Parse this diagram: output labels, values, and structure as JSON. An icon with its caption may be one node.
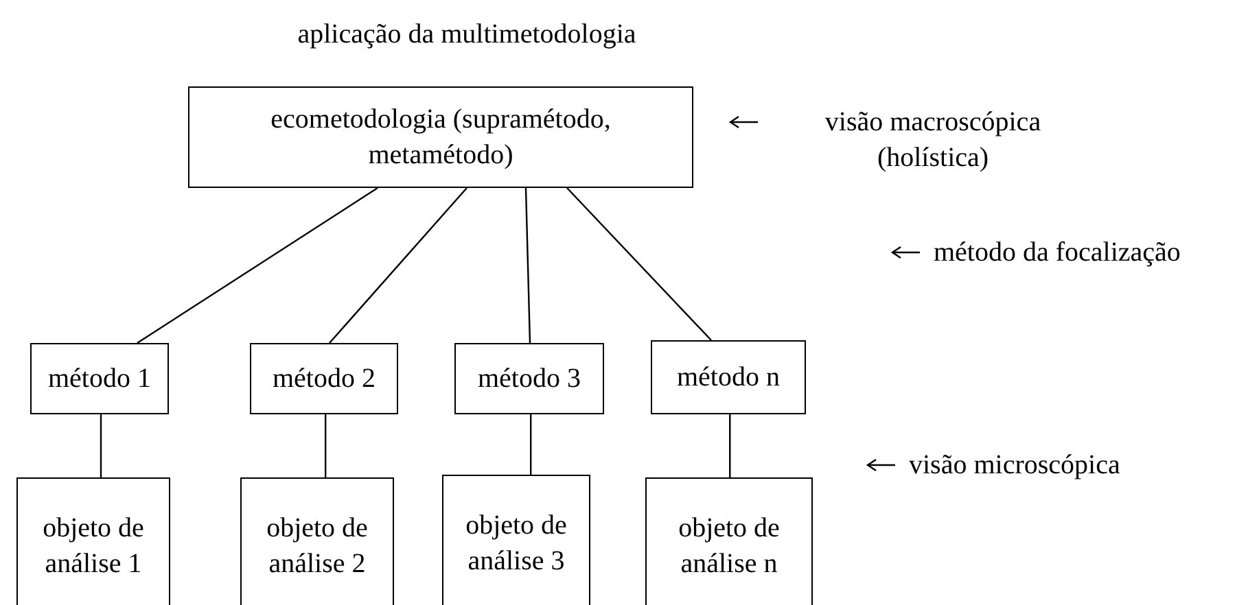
{
  "diagram": {
    "title": "aplicação da multimetodologia",
    "nodes": [
      {
        "text": [
          "ecometodologia (supramétodo, metamétodo)"
        ]
      },
      {
        "text": [
          "método 1"
        ]
      },
      {
        "text": [
          "método 2"
        ]
      },
      {
        "text": [
          "método 3"
        ]
      },
      {
        "text": [
          "método n"
        ]
      },
      {
        "text": [
          "objeto de análise 1"
        ]
      },
      {
        "text": [
          "objeto de análise 2"
        ]
      },
      {
        "text": [
          "objeto de análise 3"
        ]
      },
      {
        "text": [
          "objeto de análise n"
        ]
      }
    ],
    "edges": [
      {
        "from": 0,
        "to": 1,
        "arrow": "none"
      },
      {
        "from": 0,
        "to": 2,
        "arrow": "none"
      },
      {
        "from": 0,
        "to": 3,
        "arrow": "none"
      },
      {
        "from": 0,
        "to": 4,
        "arrow": "none"
      },
      {
        "from": 1,
        "to": 5,
        "arrow": "none"
      },
      {
        "from": 2,
        "to": 6,
        "arrow": "none"
      },
      {
        "from": 3,
        "to": 7,
        "arrow": "none"
      },
      {
        "from": 4,
        "to": 8,
        "arrow": "none"
      }
    ],
    "labels": [
      "visão macroscópica (holística)",
      "método da focalização",
      "visão microscópica"
    ]
  }
}
